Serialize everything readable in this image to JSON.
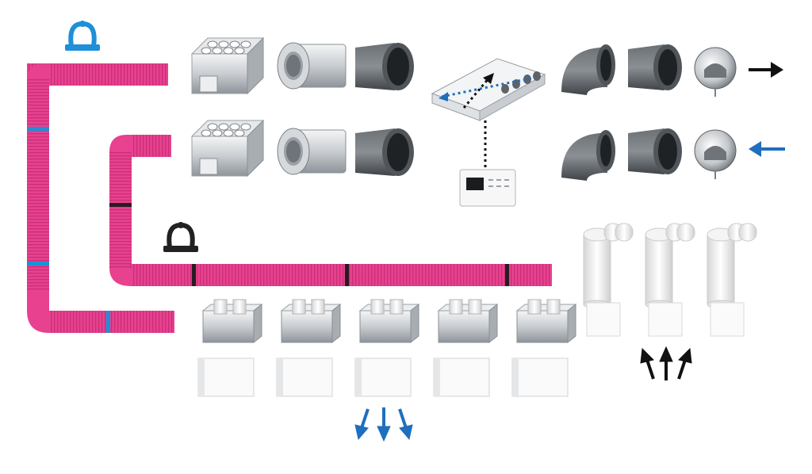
{
  "colors": {
    "duct_supply": "#e8418f",
    "duct_extract": "#e8418f",
    "coupler_blue": "#1e8fd8",
    "coupler_dark": "#2a1a22",
    "arrow_blue": "#1f6fbf",
    "arrow_black": "#111111",
    "metal_light": "#dcdfe2",
    "metal_mid": "#b6bbc0",
    "metal_dark": "#7a8086",
    "insulation": "#4e5357",
    "plastic": "#f2f2f2"
  },
  "components": {
    "flexible_ducts": 2,
    "manifolds": 2,
    "silencers": 2,
    "insulated_couplings": 4,
    "insulated_elbows": 2,
    "wall_terminals": 2,
    "mvhr_unit": 1,
    "controller": 1,
    "supply_plenums": 5,
    "supply_grilles": 5,
    "extract_plenums": 3,
    "extract_grilles": 3,
    "duct_clips": 2
  },
  "icons": {
    "clip_top": "duct-clip-blue-icon",
    "clip_mid": "duct-clip-black-icon",
    "exhaust_arrow": "arrow-right-icon",
    "intake_arrow": "arrow-left-icon",
    "supply_arrows": "arrows-down-icon",
    "extract_arrows": "arrows-up-icon"
  }
}
